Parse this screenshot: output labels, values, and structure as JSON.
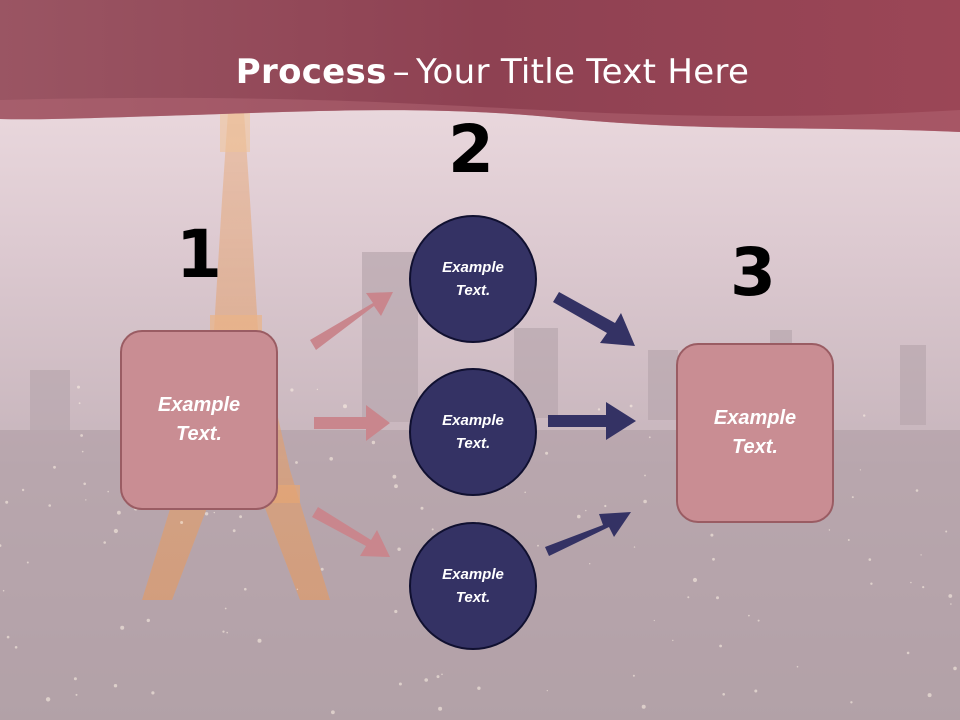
{
  "slide": {
    "title_bold": "Process",
    "title_separator": "–",
    "title_rest": "Your Title Text Here"
  },
  "steps": [
    {
      "number": "1"
    },
    {
      "number": "2"
    },
    {
      "number": "3"
    }
  ],
  "boxes": {
    "left": "Example\nText.",
    "right": "Example\nText."
  },
  "circles": [
    "Example\nText.",
    "Example\nText.",
    "Example\nText."
  ],
  "colors": {
    "header_band": "#8e3d4d",
    "box_fill": "#c98d93",
    "circle_fill": "#343264",
    "pink_arrow": "#c9868d",
    "navy_arrow": "#343264"
  }
}
